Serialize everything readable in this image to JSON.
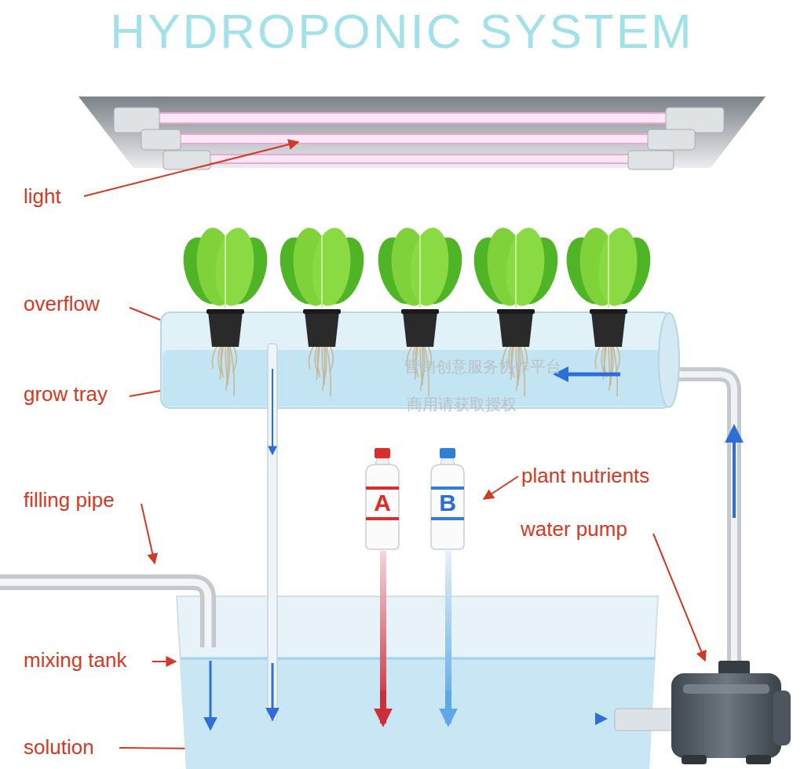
{
  "diagram": {
    "title": "HYDROPONIC SYSTEM",
    "nodes": [
      {
        "text": [
          "A"
        ]
      },
      {
        "text": [
          "B"
        ]
      }
    ],
    "labels": [
      "light",
      "overflow",
      "grow tray",
      "filling pipe",
      "mixing tank",
      "solution",
      "plant nutrients",
      "water pump",
      "营销创意服务协作平台",
      "商用请获取授权"
    ]
  }
}
